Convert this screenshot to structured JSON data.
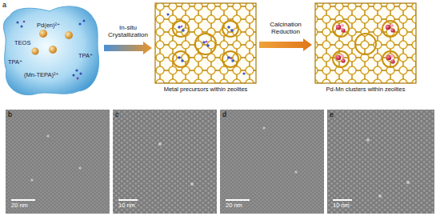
{
  "diagram": {
    "nodes": [
      {
        "text": [
          "Pd(en)²⁺",
          "TEOS",
          "TPA⁺",
          "TPA⁺",
          "(Mn-TEPA)²⁺"
        ]
      },
      {
        "text": [
          "Metal precursors within zeolites"
        ]
      },
      {
        "text": [
          "Pd-Mn clusters within zeolites"
        ]
      },
      {
        "text": [
          "b",
          "20 nm"
        ]
      },
      {
        "text": [
          "c",
          "10 nm"
        ]
      },
      {
        "text": [
          "d",
          "20 nm"
        ]
      },
      {
        "text": [
          "e",
          "10 nm"
        ]
      }
    ],
    "edges": [
      {
        "from": 0,
        "to": 1,
        "arrow": "to",
        "label": "In-situ Crystallization"
      },
      {
        "from": 1,
        "to": 2,
        "arrow": "to",
        "label": "Calcination Reduction"
      }
    ],
    "labels": [
      "a"
    ]
  }
}
